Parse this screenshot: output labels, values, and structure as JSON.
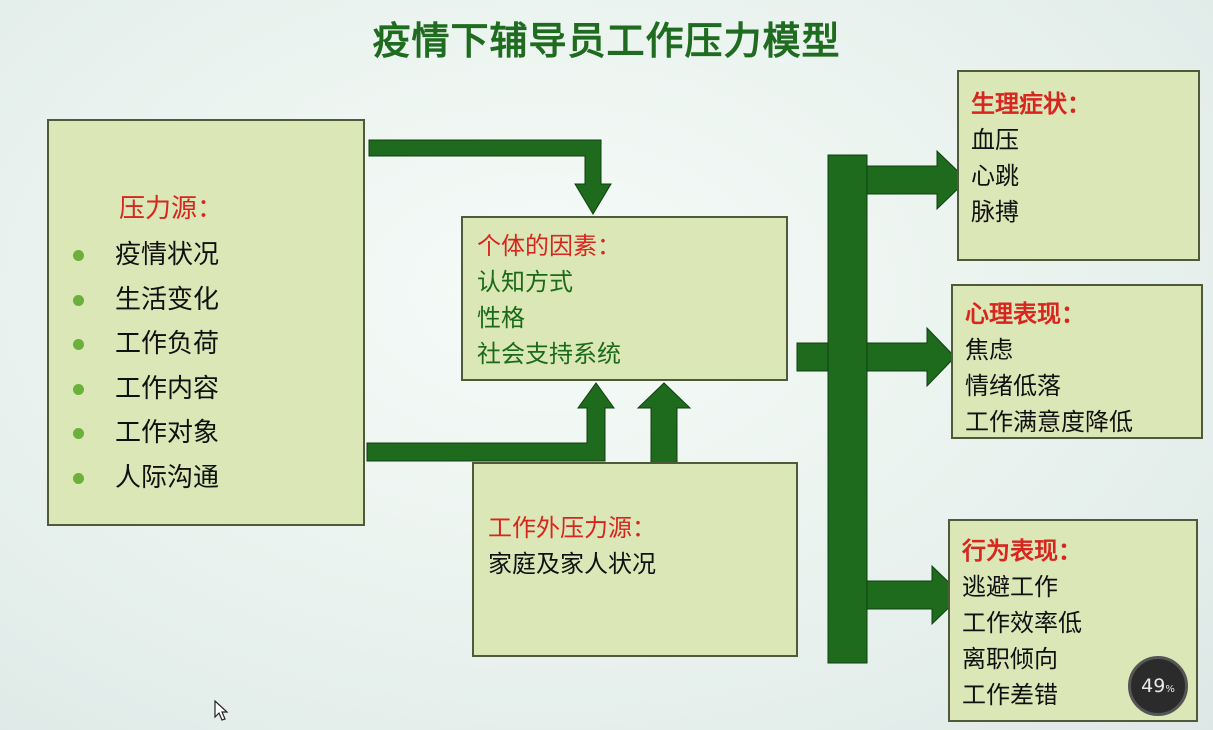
{
  "title": "疫情下辅导员工作压力模型",
  "stressors": {
    "heading": "压力源：",
    "items": [
      "疫情状况",
      "生活变化",
      "工作负荷",
      "工作内容",
      "工作对象",
      "人际沟通"
    ]
  },
  "individual": {
    "heading": "个体的因素：",
    "items": [
      "认知方式",
      "性格",
      "社会支持系统"
    ]
  },
  "external": {
    "heading": "工作外压力源：",
    "items": [
      "家庭及家人状况"
    ]
  },
  "physiological": {
    "heading": "生理症状：",
    "items": [
      "血压",
      "心跳",
      "脉搏"
    ]
  },
  "psychological": {
    "heading": "心理表现：",
    "items": [
      "焦虑",
      "情绪低落",
      "工作满意度降低"
    ]
  },
  "behavioral": {
    "heading": "行为表现：",
    "items": [
      "逃避工作",
      "工作效率低",
      "离职倾向",
      "工作差错"
    ]
  },
  "overlay": {
    "percent_value": "49",
    "percent_unit": "%"
  },
  "colors": {
    "arrow": "#1e6b1e",
    "box_fill": "#dbe7b6",
    "heading_red": "#d8261e",
    "title_green": "#1f6b1f"
  }
}
